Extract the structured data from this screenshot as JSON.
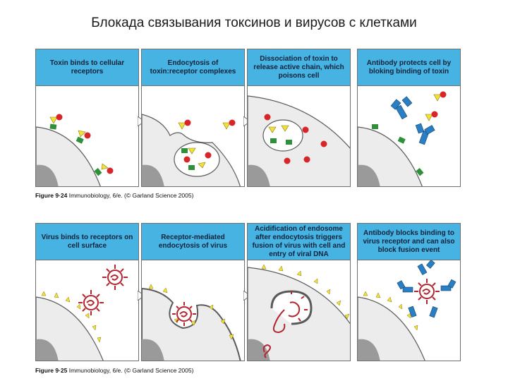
{
  "title": "Блокада связывания токсинов и вирусов с клетками",
  "figures": [
    {
      "caption": {
        "label": "Figure 9·24",
        "text": "Immunobiology, 6/e. (© Garland Science 2005)"
      },
      "panels": [
        {
          "header": "Toxin binds to cellular receptors"
        },
        {
          "header": "Endocytosis of toxin:receptor complexes"
        },
        {
          "header": "Dissociation of toxin to release active chain, which poisons cell"
        },
        {
          "header": "Antibody protects cell by bloking binding of toxin"
        }
      ]
    },
    {
      "caption": {
        "label": "Figure 9·25",
        "text": "Immunobiology, 6/e. (© Garland Science 2005)"
      },
      "panels": [
        {
          "header": "Virus binds to receptors on cell surface"
        },
        {
          "header": "Receptor-mediated endocytosis of virus"
        },
        {
          "header": "Acidification of endosome after endocytosis triggers fusion of virus with cell and entry of viral DNA"
        },
        {
          "header": "Antibody blocks binding to virus receptor and can also block fusion event"
        }
      ]
    }
  ],
  "colors": {
    "header_bg": "#47b3e3",
    "cell_fill": "#ececec",
    "nucleus": "#9a9a9a",
    "receptor": "#2f8f3a",
    "toxin_b": "#f2e13a",
    "toxin_a": "#d7262a",
    "virus": "#b3242f",
    "antibody": "#2a7fc4",
    "virus_receptor": "#f2e13a"
  }
}
